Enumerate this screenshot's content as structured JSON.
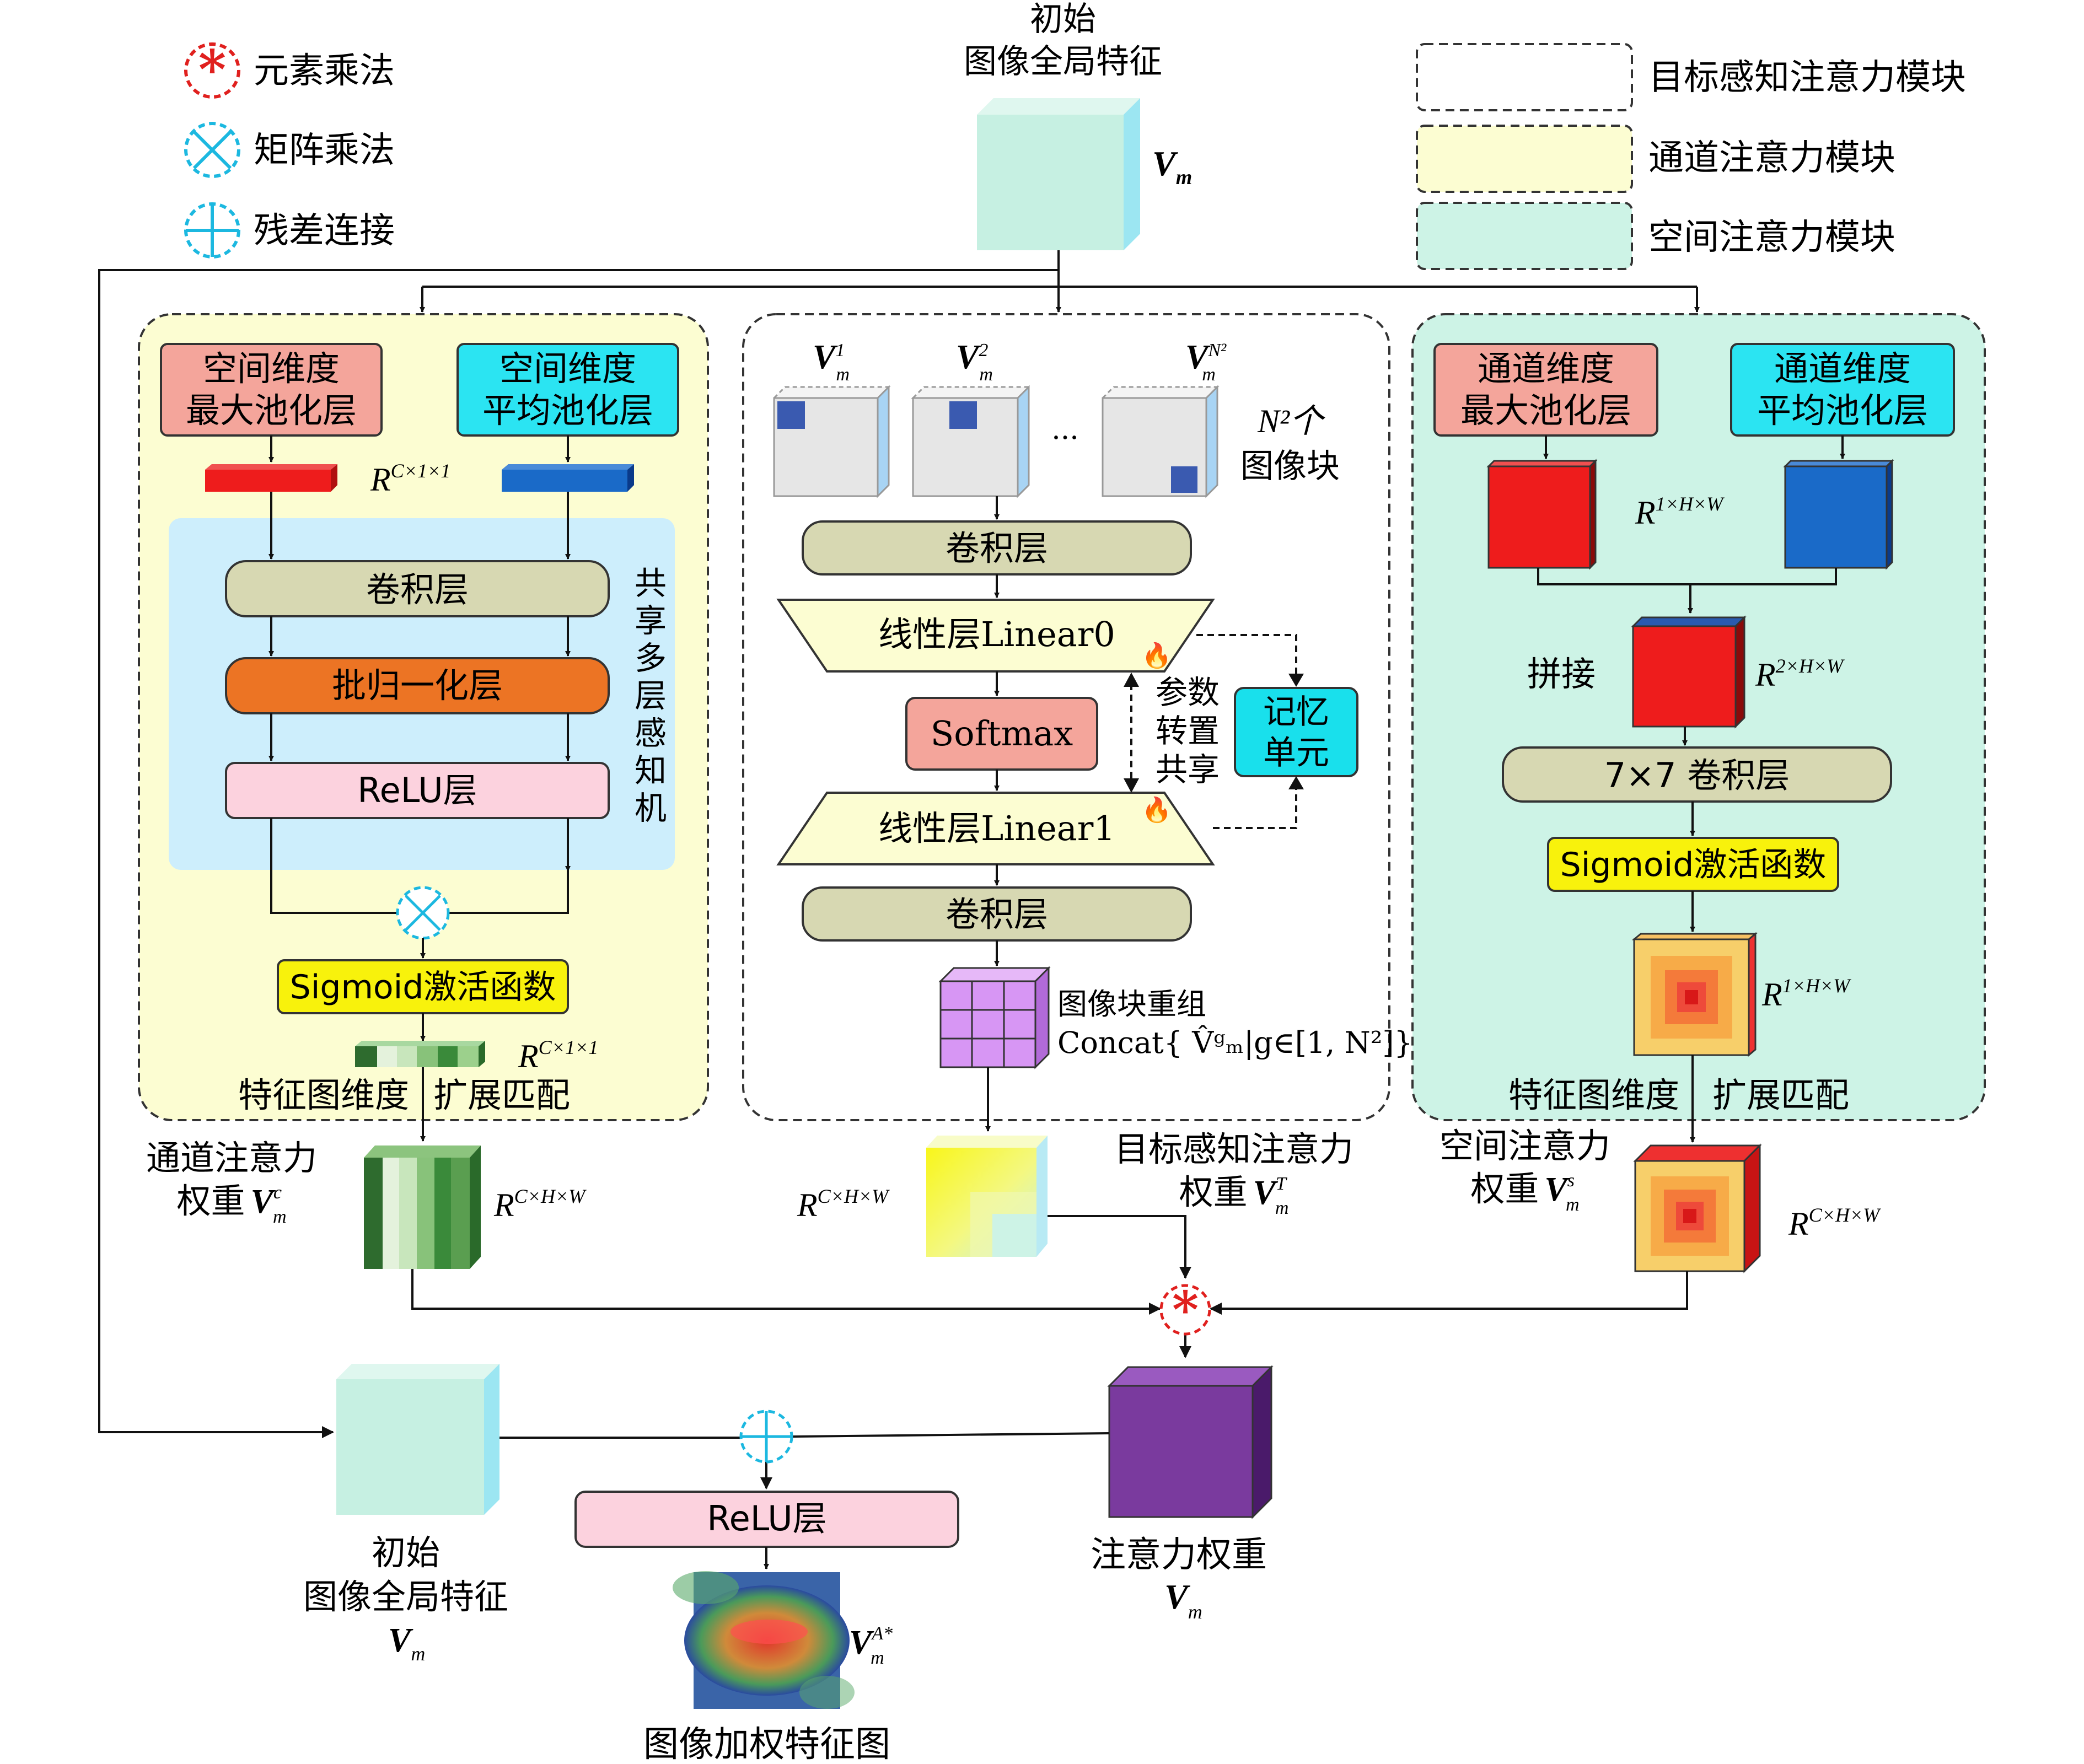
{
  "legend_left": {
    "elementwise": "元素乘法",
    "matmul": "矩阵乘法",
    "residual": "残差连接"
  },
  "legend_right": {
    "target_module": "目标感知注意力模块",
    "channel_module": "通道注意力模块",
    "spatial_module": "空间注意力模块"
  },
  "top_input": {
    "line1": "初始",
    "line2": "图像全局特征",
    "var": "V",
    "sub": "m"
  },
  "channel_module": {
    "maxpool_line1": "空间维度",
    "maxpool_line2": "最大池化层",
    "avgpool_line1": "空间维度",
    "avgpool_line2": "平均池化层",
    "dim_R": "R",
    "dim_sup": "C×1×1",
    "conv": "卷积层",
    "bn": "批归一化层",
    "relu": "ReLU层",
    "shared_mlp": [
      "共",
      "享",
      "多",
      "层",
      "感",
      "知",
      "机"
    ],
    "sigmoid": "Sigmoid激活函数",
    "out_dim_R": "R",
    "out_dim_sup": "C×1×1",
    "expand_left": "特征图维度",
    "expand_right": "扩展匹配",
    "weight_line1": "通道注意力",
    "weight_line2": "权重",
    "weight_var": "V",
    "weight_sup": "c",
    "weight_sub": "m",
    "weight_dim_R": "R",
    "weight_dim_sup": "C×H×W"
  },
  "target_module": {
    "patch1_var": "V",
    "patch1_sup": "1",
    "patch1_sub": "m",
    "patch2_var": "V",
    "patch2_sup": "2",
    "patch2_sub": "m",
    "patchN_var": "V",
    "patchN_sup": "N²",
    "patchN_sub": "m",
    "ellipsis": "···",
    "patch_count_line1": "N²个",
    "patch_count_line2": "图像块",
    "conv1": "卷积层",
    "linear0": "线性层Linear0",
    "softmax": "Softmax",
    "linear1": "线性层Linear1",
    "conv2": "卷积层",
    "param_share": [
      "参数",
      "转置",
      "共享"
    ],
    "memory_line1": "记忆",
    "memory_line2": "单元",
    "regroup_line1": "图像块重组",
    "regroup_line2": "Concat{ V̂ᵍₘ|g∈[1, N²]}",
    "out_dim_R": "R",
    "out_dim_sup": "C×H×W",
    "weight_line1": "目标感知注意力",
    "weight_line2": "权重",
    "weight_var": "V",
    "weight_sup": "T",
    "weight_sub": "m"
  },
  "spatial_module": {
    "maxpool_line1": "通道维度",
    "maxpool_line2": "最大池化层",
    "avgpool_line1": "通道维度",
    "avgpool_line2": "平均池化层",
    "dim1_R": "R",
    "dim1_sup": "1×H×W",
    "concat": "拼接",
    "dim2_R": "R",
    "dim2_sup": "2×H×W",
    "conv7": "7×7  卷积层",
    "sigmoid": "Sigmoid激活函数",
    "dim3_R": "R",
    "dim3_sup": "1×H×W",
    "expand_left": "特征图维度",
    "expand_right": "扩展匹配",
    "weight_line1": "空间注意力",
    "weight_line2": "权重",
    "weight_var": "V",
    "weight_sup": "s",
    "weight_sub": "m",
    "weight_dim_R": "R",
    "weight_dim_sup": "C×H×W"
  },
  "bottom": {
    "input_line1": "初始",
    "input_line2": "图像全局特征",
    "input_var": "V",
    "input_sub": "m",
    "relu": "ReLU层",
    "attn_line1": "注意力权重",
    "attn_var": "V",
    "attn_sub": "m",
    "out_var": "V",
    "out_sup": "A*",
    "out_sub": "m",
    "out_caption": "图像加权特征图"
  },
  "colors": {
    "channel_bg": "#fcfdd2",
    "spatial_bg": "#cdf3e6",
    "mlp_bg": "#cdeefc",
    "pool_red": "#f4a59b",
    "pool_cyan": "#2be4f2",
    "conv_olive": "#d7d8b2",
    "bn_orange": "#ec7424",
    "relu_pink": "#fcd2de",
    "sigmoid_yellow": "#f8f20c",
    "memory_cyan": "#19e0ec",
    "cube_teal": "#c6f0e2",
    "cube_side": "#9ce6f2",
    "attn_purple": "#7a3a9e",
    "mult_red": "#e0201e",
    "matmul_blue": "#1cb8e0"
  }
}
